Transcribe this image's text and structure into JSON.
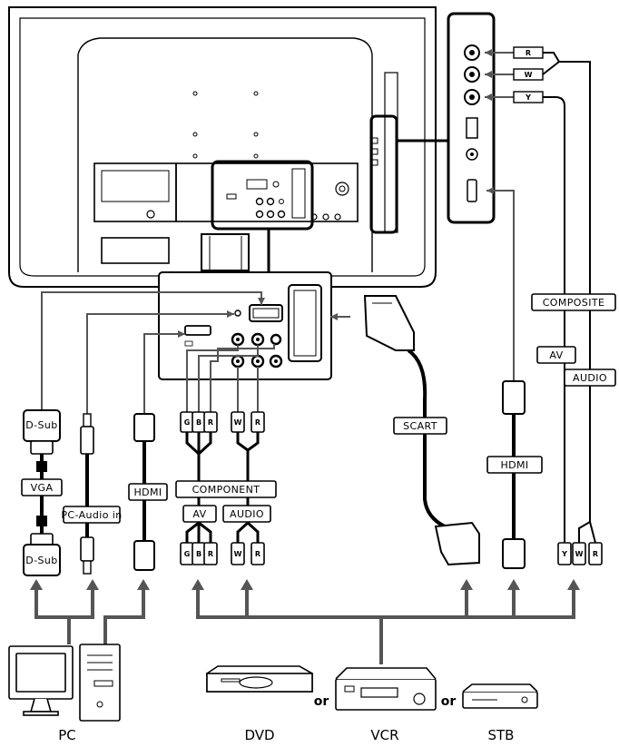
{
  "labels": {
    "dsub_top": "D-Sub",
    "vga": "VGA",
    "dsub_bottom": "D-Sub",
    "pc_audio": "PC-Audio in",
    "hdmi_left": "HDMI",
    "component": "COMPONENT",
    "av_left": "AV",
    "audio_left": "AUDIO",
    "scart": "SCART",
    "hdmi_right": "HDMI",
    "composite": "COMPOSITE",
    "av_right": "AV",
    "audio_right": "AUDIO"
  },
  "plugs": {
    "comp_top": [
      "G",
      "B",
      "R"
    ],
    "audio_top": [
      "W",
      "R"
    ],
    "comp_bottom": [
      "G",
      "B",
      "R"
    ],
    "audio_bottom": [
      "W",
      "R"
    ],
    "composite_bottom": [
      "Y",
      "W",
      "R"
    ],
    "side_panel": [
      "R",
      "W",
      "Y"
    ]
  },
  "devices": {
    "pc": "PC",
    "dvd": "DVD",
    "vcr": "VCR",
    "stb": "STB",
    "or1": "or",
    "or2": "or"
  }
}
